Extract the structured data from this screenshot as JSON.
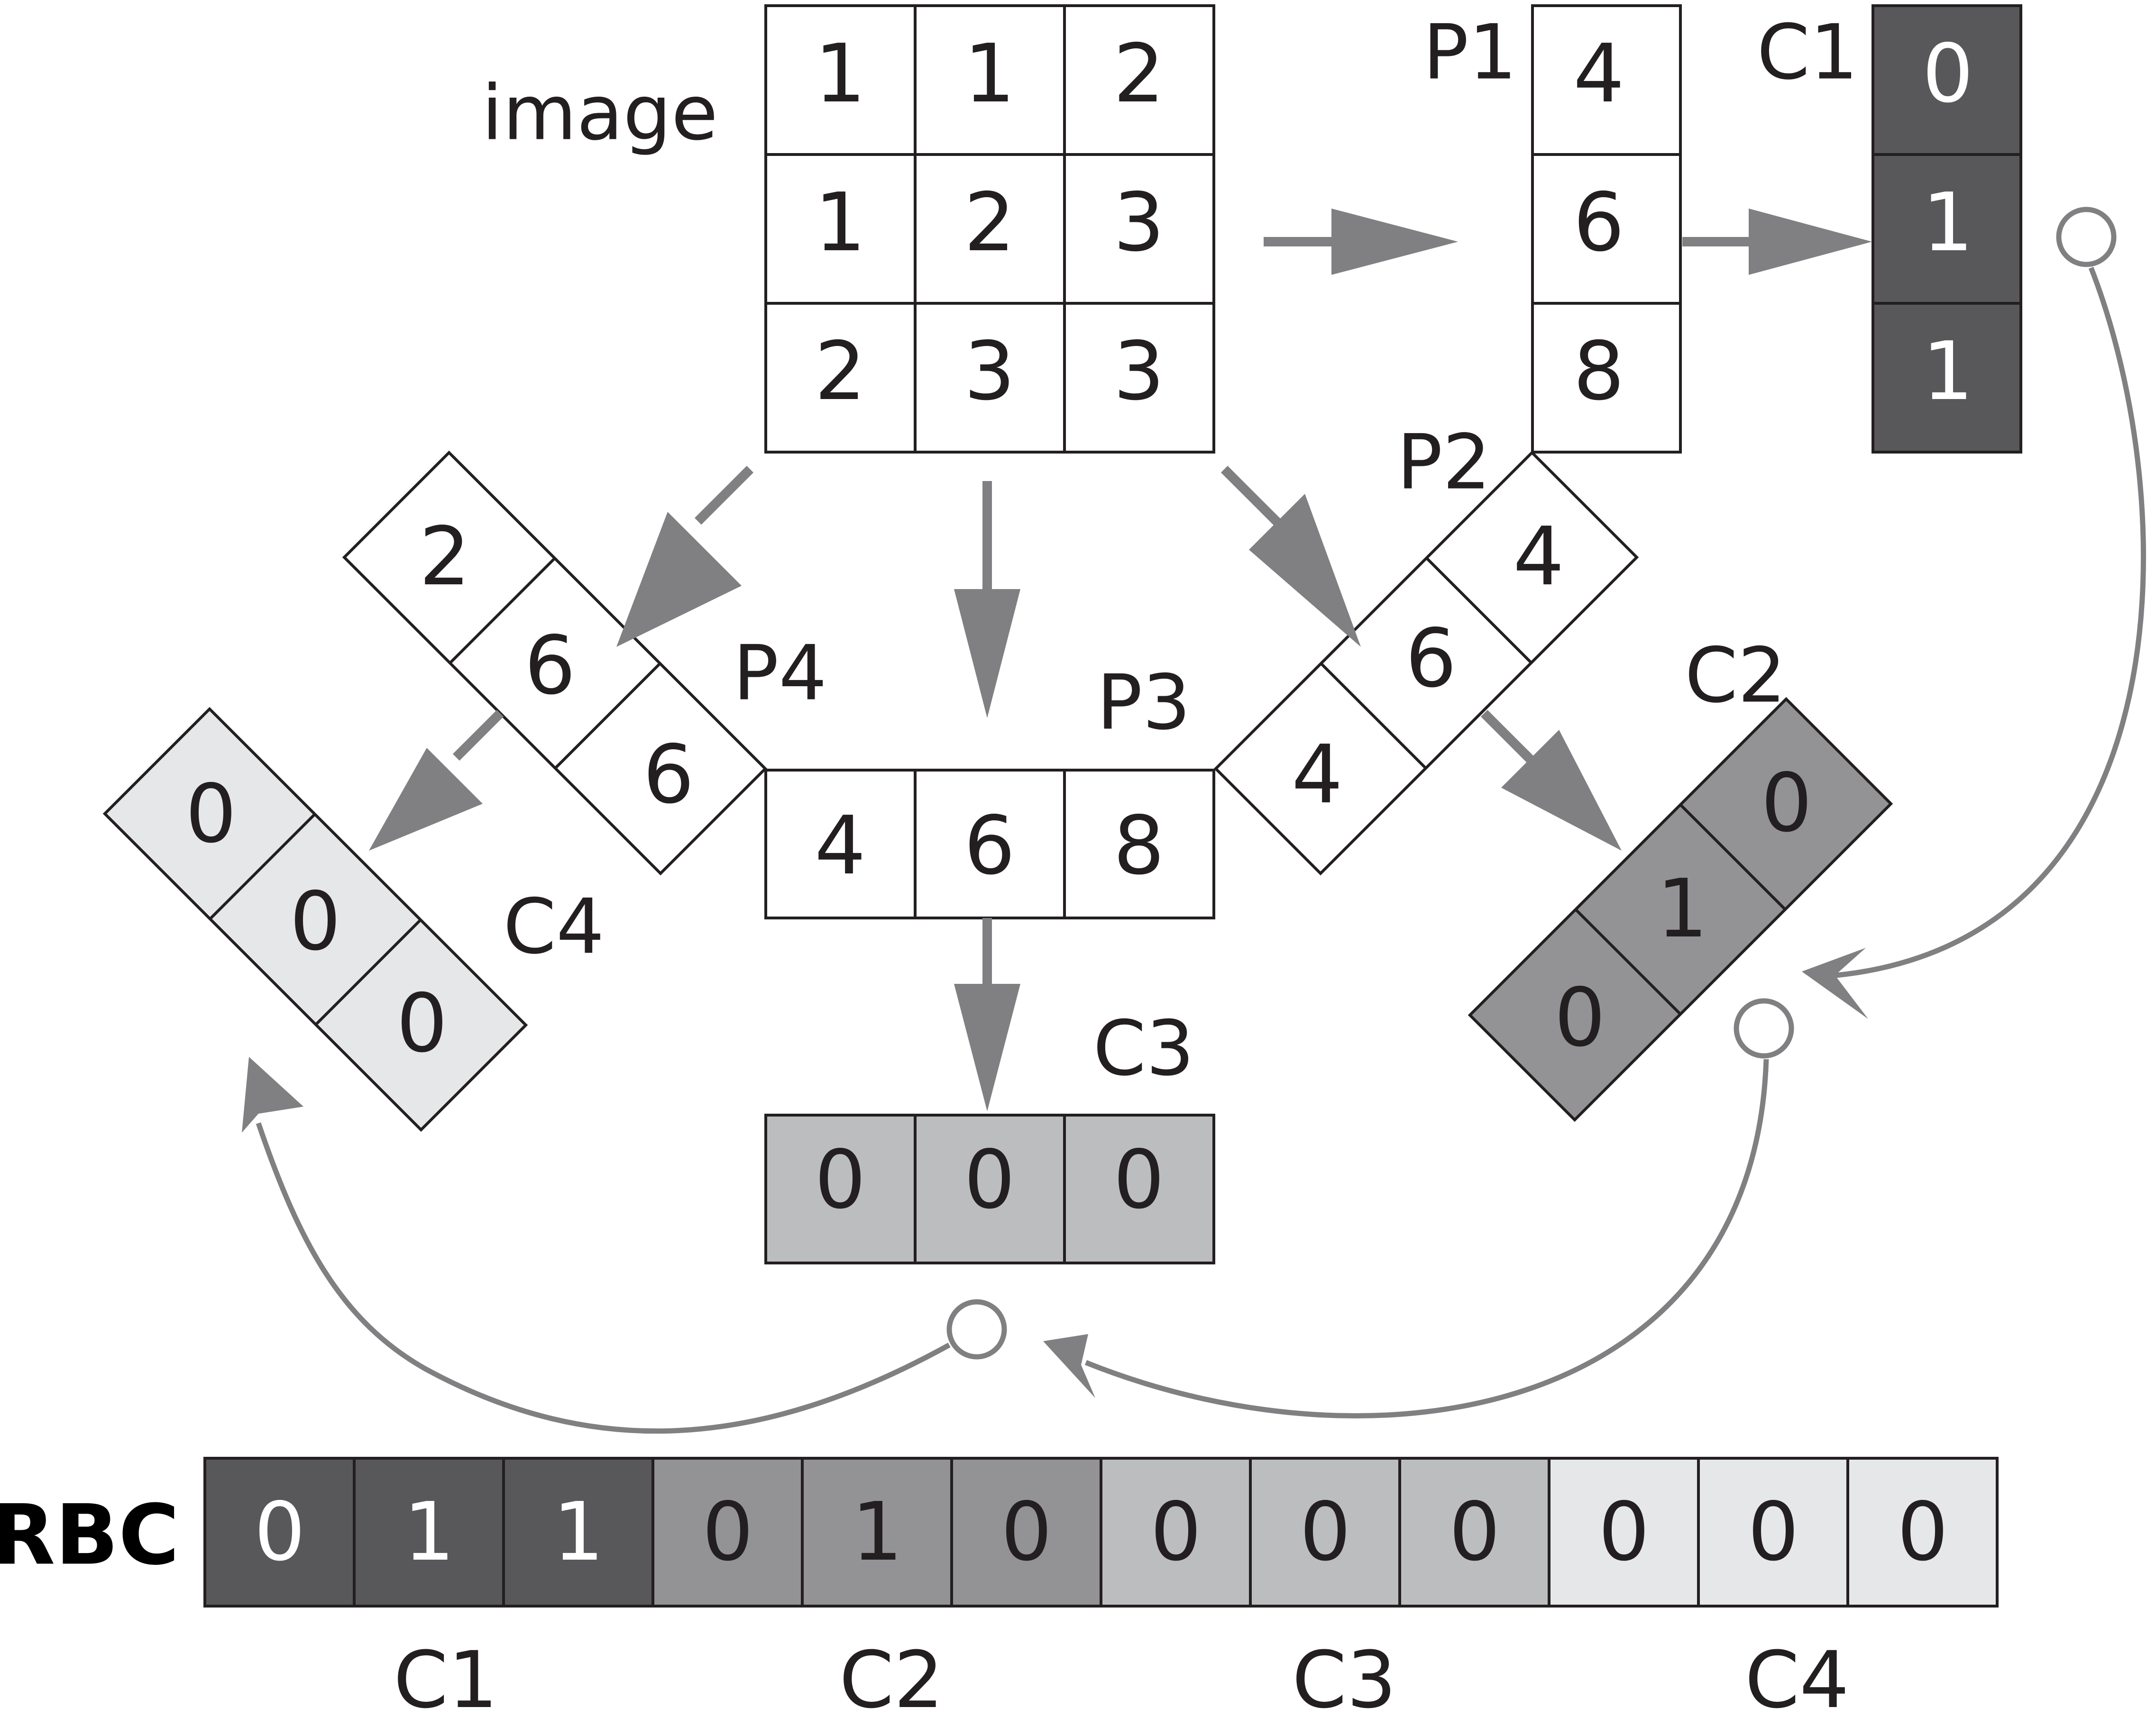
{
  "image": {
    "label": "image",
    "cells": [
      [
        "1",
        "1",
        "2"
      ],
      [
        "1",
        "2",
        "3"
      ],
      [
        "2",
        "3",
        "3"
      ]
    ]
  },
  "projections": {
    "p1": {
      "label": "P1",
      "values": [
        "4",
        "6",
        "8"
      ]
    },
    "p2": {
      "label": "P2",
      "values": [
        "4",
        "6",
        "4"
      ]
    },
    "p3": {
      "label": "P3",
      "values": [
        "4",
        "6",
        "8"
      ]
    },
    "p4": {
      "label": "P4",
      "values": [
        "2",
        "6",
        "6"
      ]
    }
  },
  "codes": {
    "c1": {
      "label": "C1",
      "values": [
        "0",
        "1",
        "1"
      ],
      "fill": "#58585a",
      "text_color": "#ffffff"
    },
    "c2": {
      "label": "C2",
      "values": [
        "0",
        "1",
        "0"
      ],
      "fill": "#939395",
      "text_color": "#000000"
    },
    "c3": {
      "label": "C3",
      "values": [
        "0",
        "0",
        "0"
      ],
      "fill": "#bcbdbf",
      "text_color": "#000000"
    },
    "c4": {
      "label": "C4",
      "values": [
        "0",
        "0",
        "0"
      ],
      "fill": "#e6e7e8",
      "text_color": "#000000"
    }
  },
  "rbc": {
    "label": "RBC",
    "groups": [
      {
        "label": "C1",
        "values": [
          "0",
          "1",
          "1"
        ]
      },
      {
        "label": "C2",
        "values": [
          "0",
          "1",
          "0"
        ]
      },
      {
        "label": "C3",
        "values": [
          "0",
          "0",
          "0"
        ]
      },
      {
        "label": "C4",
        "values": [
          "0",
          "0",
          "0"
        ]
      }
    ]
  },
  "colors": {
    "arrow": "#808083",
    "curve": "#808083",
    "stroke": "#231f20"
  }
}
